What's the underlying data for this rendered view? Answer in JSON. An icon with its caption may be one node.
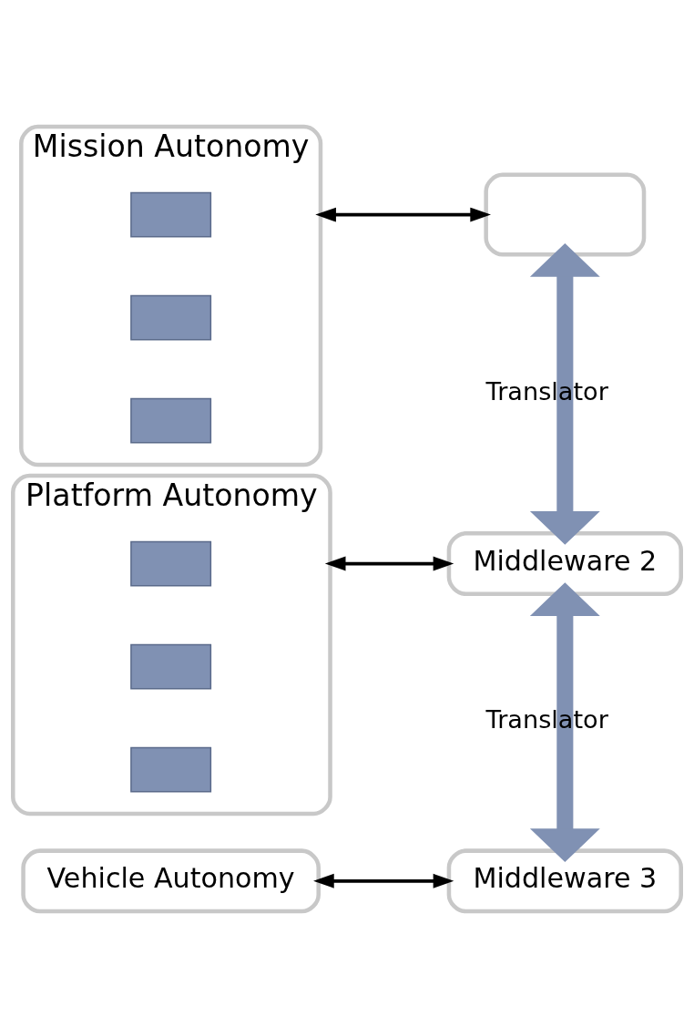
{
  "diagram": {
    "nodes": [
      {
        "text": [
          "Mission Autonomy"
        ]
      },
      {
        "text": [],
        "shape": "box",
        "in": 0
      },
      {
        "text": [],
        "shape": "box",
        "in": 0
      },
      {
        "text": [],
        "shape": "box",
        "in": 0
      },
      {
        "text": [],
        "shape": "box"
      },
      {
        "text": [
          "Platform Autonomy"
        ]
      },
      {
        "text": [],
        "shape": "box",
        "in": 5
      },
      {
        "text": [],
        "shape": "box",
        "in": 5
      },
      {
        "text": [],
        "shape": "box",
        "in": 5
      },
      {
        "text": [
          "Middleware 2"
        ]
      },
      {
        "text": [
          "Vehicle Autonomy"
        ]
      },
      {
        "text": [
          "Middleware 3"
        ]
      }
    ],
    "edges": [
      {
        "from": 0,
        "to": 4,
        "arrow": "both"
      },
      {
        "from": 4,
        "to": 9,
        "arrow": "both",
        "label": "Translator",
        "style": "thick",
        "color": "#8091b3"
      },
      {
        "from": 5,
        "to": 9,
        "arrow": "both"
      },
      {
        "from": 9,
        "to": 11,
        "arrow": "both",
        "label": "Translator",
        "style": "thick",
        "color": "#8091b3"
      },
      {
        "from": 10,
        "to": 11,
        "arrow": "both"
      }
    ]
  }
}
